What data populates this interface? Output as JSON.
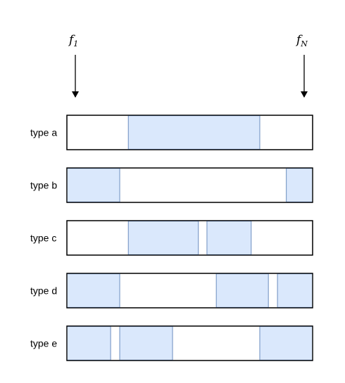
{
  "markers": {
    "start": {
      "base": "f",
      "sub": "1"
    },
    "end": {
      "base": "f",
      "sub": "N"
    }
  },
  "colors": {
    "fill": "#dae8fc",
    "segment_stroke": "#6c8ebf",
    "outline": "#000000",
    "background": "#ffffff"
  },
  "rows": [
    {
      "label": "type a",
      "segments": [
        [
          0.25,
          0.785
        ]
      ]
    },
    {
      "label": "type b",
      "segments": [
        [
          0.0,
          0.215
        ],
        [
          0.893,
          1.0
        ]
      ]
    },
    {
      "label": "type c",
      "segments": [
        [
          0.25,
          0.535
        ],
        [
          0.57,
          0.75
        ]
      ]
    },
    {
      "label": "type d",
      "segments": [
        [
          0.0,
          0.215
        ],
        [
          0.608,
          0.82
        ],
        [
          0.857,
          1.0
        ]
      ]
    },
    {
      "label": "type e",
      "segments": [
        [
          0.0,
          0.178
        ],
        [
          0.215,
          0.43
        ],
        [
          0.785,
          1.0
        ]
      ]
    }
  ]
}
